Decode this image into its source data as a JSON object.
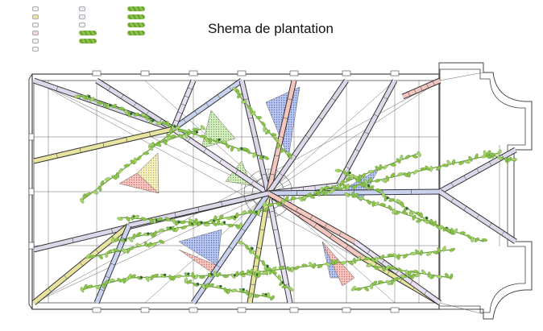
{
  "title": "Shema de plantation",
  "colors": {
    "vine_green": "#8bc34a",
    "vine_dark": "#4a7a2a",
    "beam_fill": "#dcd8ea",
    "zone_blue": "#8fa3dd",
    "zone_pink": "#f0a8a8",
    "zone_yellow": "#e9e3a0",
    "zone_green": "#b8dca0",
    "outline": "#444444"
  },
  "legend": {
    "items": [
      {
        "label": "",
        "icon": "plant-swatch-icon",
        "col": 0,
        "row": 0
      },
      {
        "label": "",
        "icon": "plant-swatch-icon",
        "col": 0,
        "row": 1
      },
      {
        "label": "",
        "icon": "plant-swatch-icon",
        "col": 0,
        "row": 2
      },
      {
        "label": "",
        "icon": "plant-swatch-icon",
        "col": 0,
        "row": 3
      },
      {
        "label": "",
        "icon": "plant-swatch-icon",
        "col": 0,
        "row": 4
      },
      {
        "label": "",
        "icon": "plant-swatch-icon",
        "col": 0,
        "row": 5
      },
      {
        "label": "",
        "icon": "plant-swatch-icon",
        "col": 1,
        "row": 0
      },
      {
        "label": "",
        "icon": "plant-swatch-icon",
        "col": 1,
        "row": 1
      },
      {
        "label": "",
        "icon": "plant-swatch-icon",
        "col": 1,
        "row": 2
      },
      {
        "label": "",
        "icon": "climber-icon",
        "col": 1,
        "row": 3
      },
      {
        "label": "",
        "icon": "climber-icon",
        "col": 1,
        "row": 4
      },
      {
        "label": "",
        "icon": "climber-icon",
        "col": 2,
        "row": 0
      },
      {
        "label": "",
        "icon": "climber-icon",
        "col": 2,
        "row": 1
      },
      {
        "label": "",
        "icon": "climber-icon",
        "col": 2,
        "row": 2
      },
      {
        "label": "",
        "icon": "climber-icon",
        "col": 2,
        "row": 3
      }
    ]
  }
}
